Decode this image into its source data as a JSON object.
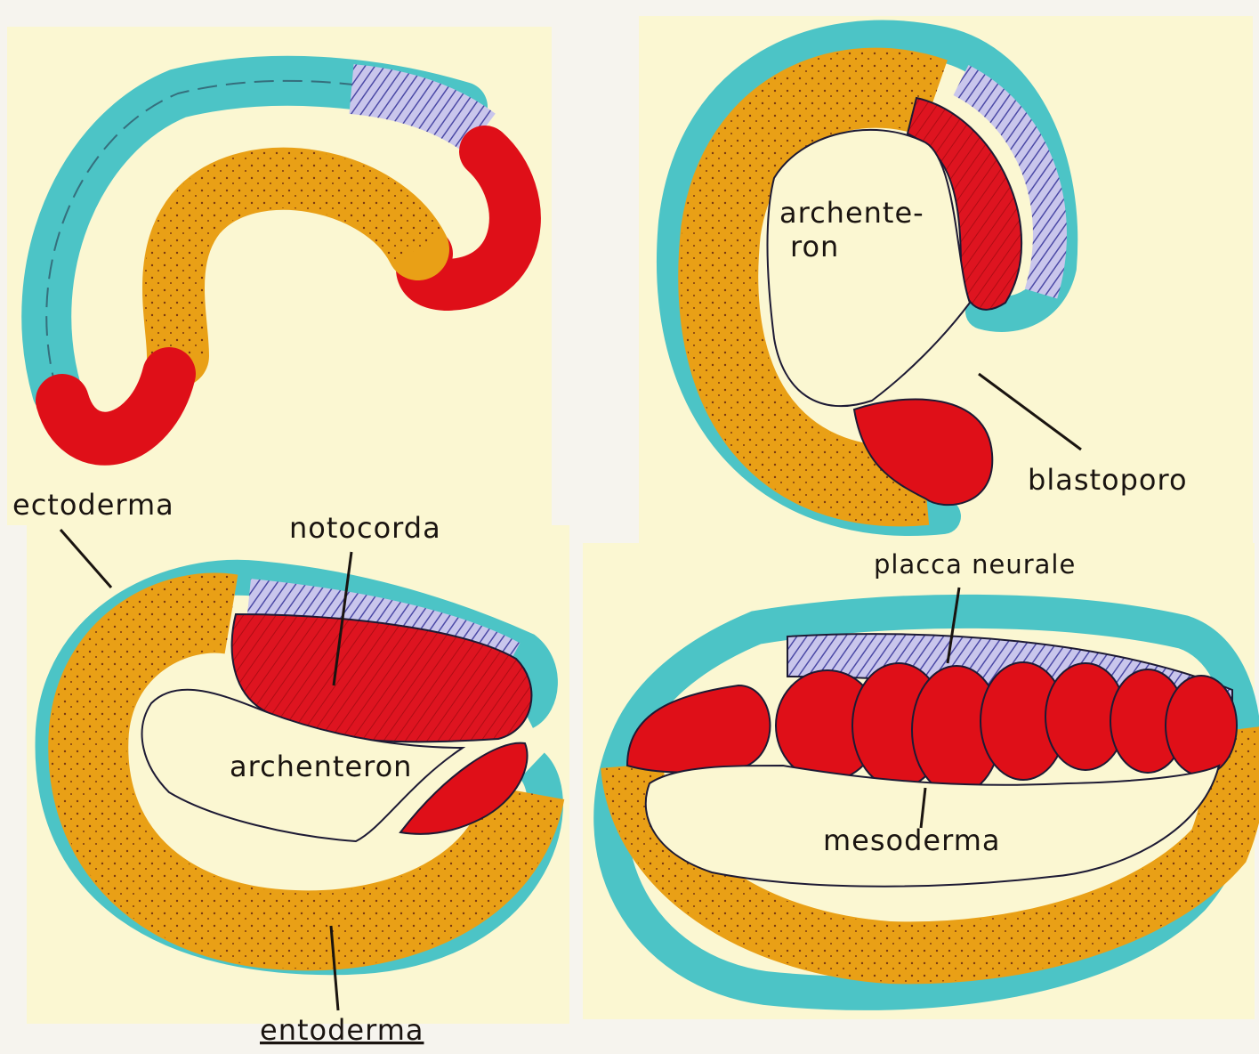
{
  "labels": {
    "ectoderma": "ectoderma",
    "notocorda": "notocorda",
    "archenteron_bottom": "archenteron",
    "entoderma": "entoderma",
    "archenteron_top_line1": "archente-",
    "archenteron_top_line2": "ron",
    "blastoporo": "blastoporo",
    "placca_neurale": "placca neurale",
    "mesoderma": "mesoderma"
  },
  "colors": {
    "paper": "#fbf7d2",
    "ectoderm": "#4cc4c6",
    "endoderm": "#e9a016",
    "mesoderm": "#df0f18",
    "neural": "#a6a3dc",
    "outline": "#1d1a34",
    "nucleus": "#6a1f10"
  }
}
